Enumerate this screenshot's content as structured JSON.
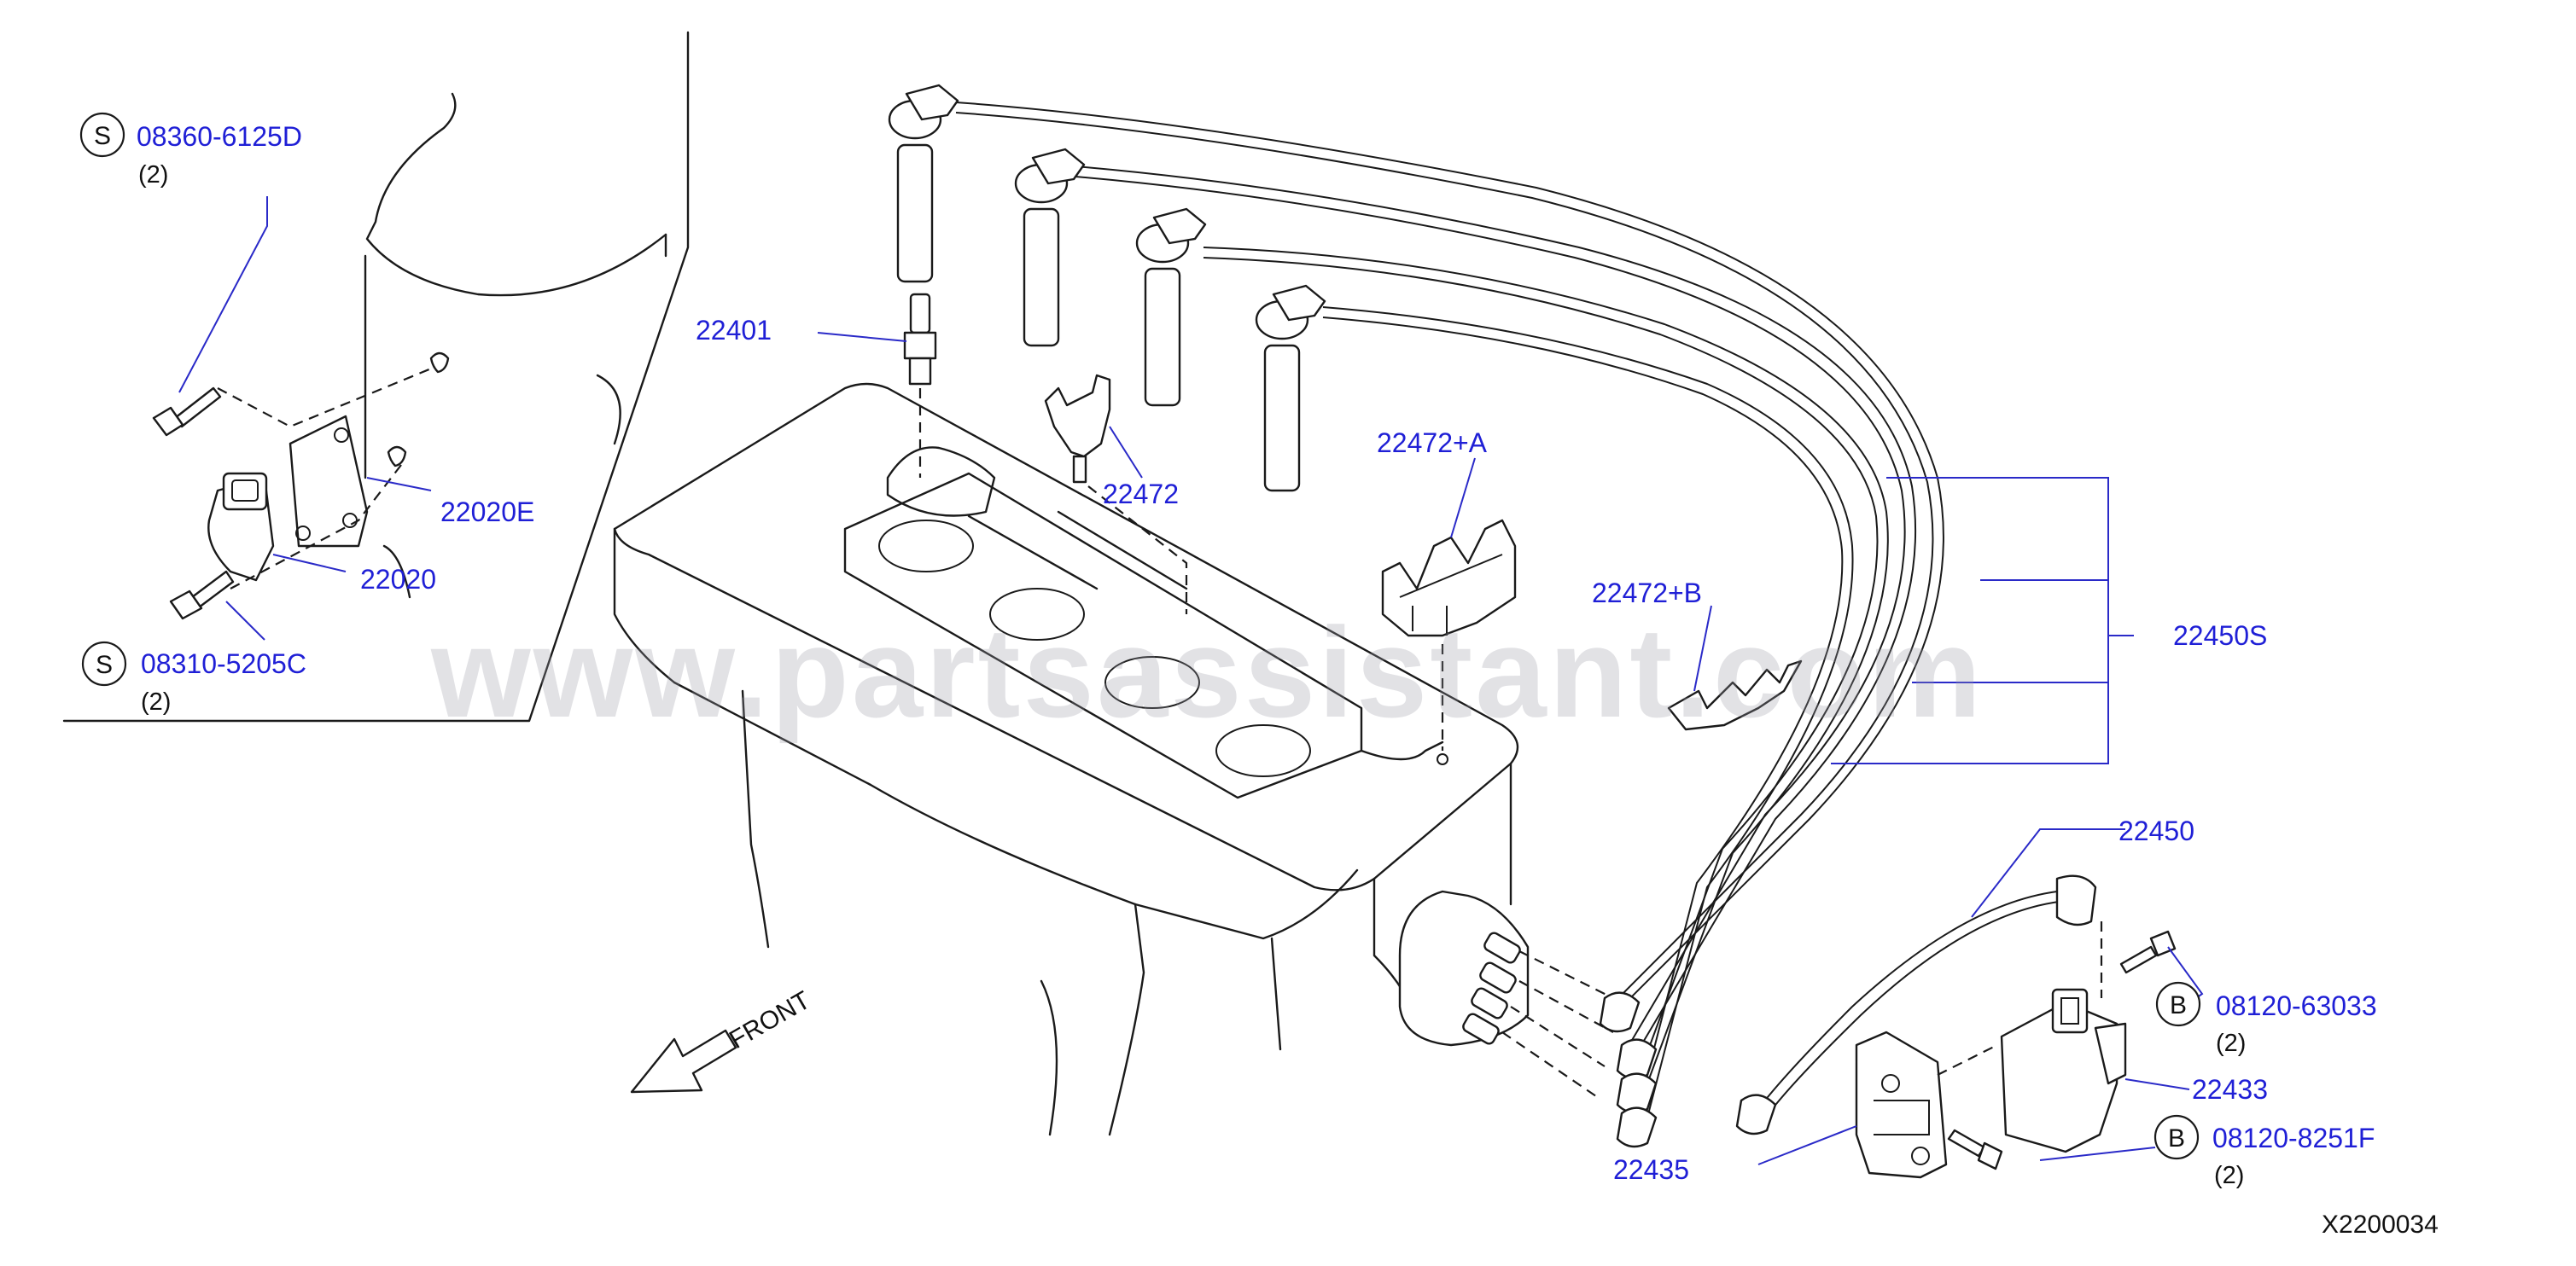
{
  "diagram": {
    "reference_code": "X2200034",
    "watermark": "www.partsassistant.com",
    "direction_label": "FRONT",
    "callouts": [
      {
        "symbol": "S",
        "part": "08360-6125D",
        "qty": "(2)"
      },
      {
        "symbol": "S",
        "part": "08310-5205C",
        "qty": "(2)"
      },
      {
        "symbol": "B",
        "part": "08120-63033",
        "qty": "(2)"
      },
      {
        "symbol": "B",
        "part": "08120-8251F",
        "qty": "(2)"
      }
    ],
    "parts": {
      "p22020E": "22020E",
      "p22020": "22020",
      "p22401": "22401",
      "p22472": "22472",
      "p22472A": "22472+A",
      "p22472B": "22472+B",
      "p22450S": "22450S",
      "p22450": "22450",
      "p22433": "22433",
      "p22435": "22435"
    },
    "colors": {
      "part_label": "#1f1fd6",
      "line_art": "#1a1a1a",
      "watermark": "#9a9aa6"
    }
  }
}
